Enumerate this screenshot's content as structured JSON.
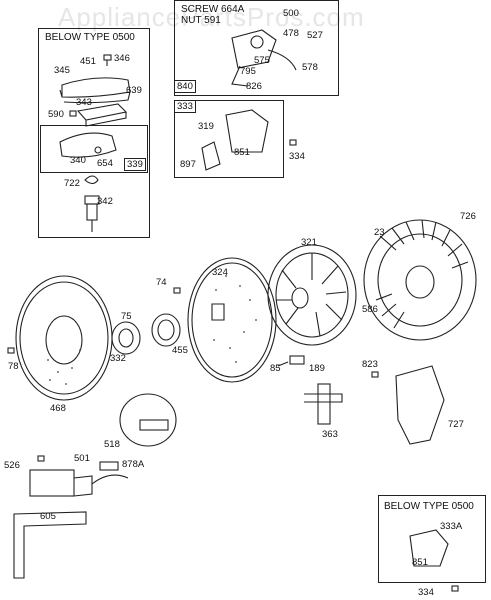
{
  "watermark": "AppliancePartsPros.com",
  "boxes": {
    "top_left_title": "BELOW TYPE 0500",
    "top_mid_title_1": "SCREW 664A",
    "top_mid_title_2": "NUT 591",
    "bottom_right_title": "BELOW TYPE 0500",
    "corner_840": "840",
    "corner_339": "339",
    "corner_333": "333"
  },
  "parts": {
    "p346": "346",
    "p451": "451",
    "p345": "345",
    "p639": "639",
    "p343": "343",
    "p590": "590",
    "p340": "340",
    "p654": "654",
    "p722": "722",
    "p342": "342",
    "p500": "500",
    "p478": "478",
    "p527": "527",
    "p575": "575",
    "p795": "795",
    "p578": "578",
    "p826": "826",
    "p319": "319",
    "p851a": "851",
    "p897": "897",
    "p334a": "334",
    "p726": "726",
    "p23": "23",
    "p321": "321",
    "p324": "324",
    "p74": "74",
    "p75": "75",
    "p586": "586",
    "p455": "455",
    "p332": "332",
    "p78": "78",
    "p468": "468",
    "p85": "85",
    "p189": "189",
    "p823": "823",
    "p363": "363",
    "p727": "727",
    "p518": "518",
    "p501": "501",
    "p526": "526",
    "p878A": "878A",
    "p605": "605",
    "p333A": "333A",
    "p851b": "851",
    "p334b": "334"
  }
}
